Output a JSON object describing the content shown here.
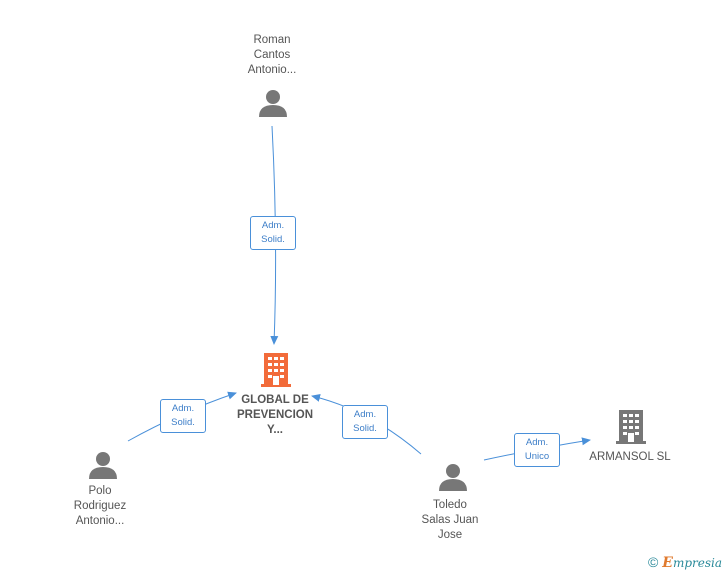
{
  "nodes": {
    "roman": {
      "label": "Roman\nCantos\nAntonio..."
    },
    "global": {
      "label": "GLOBAL DE\nPREVENCION\nY..."
    },
    "polo": {
      "label": "Polo\nRodriguez\nAntonio..."
    },
    "toledo": {
      "label": "Toledo\nSalas Juan\nJose"
    },
    "armansol": {
      "label": "ARMANSOL SL"
    }
  },
  "edges": {
    "roman_global": "Adm.\nSolid.",
    "polo_global": "Adm.\nSolid.",
    "toledo_global": "Adm.\nSolid.",
    "toledo_armansol": "Adm.\nUnico"
  },
  "copyright": {
    "symbol": "©",
    "brand_initial": "E",
    "brand_rest": "mpresia"
  },
  "colors": {
    "edge": "#4a90d9",
    "person_icon": "#777777",
    "company_main": "#f26b3a",
    "company_other": "#777777"
  },
  "icons": {
    "person": "person-icon",
    "company": "building-icon"
  }
}
